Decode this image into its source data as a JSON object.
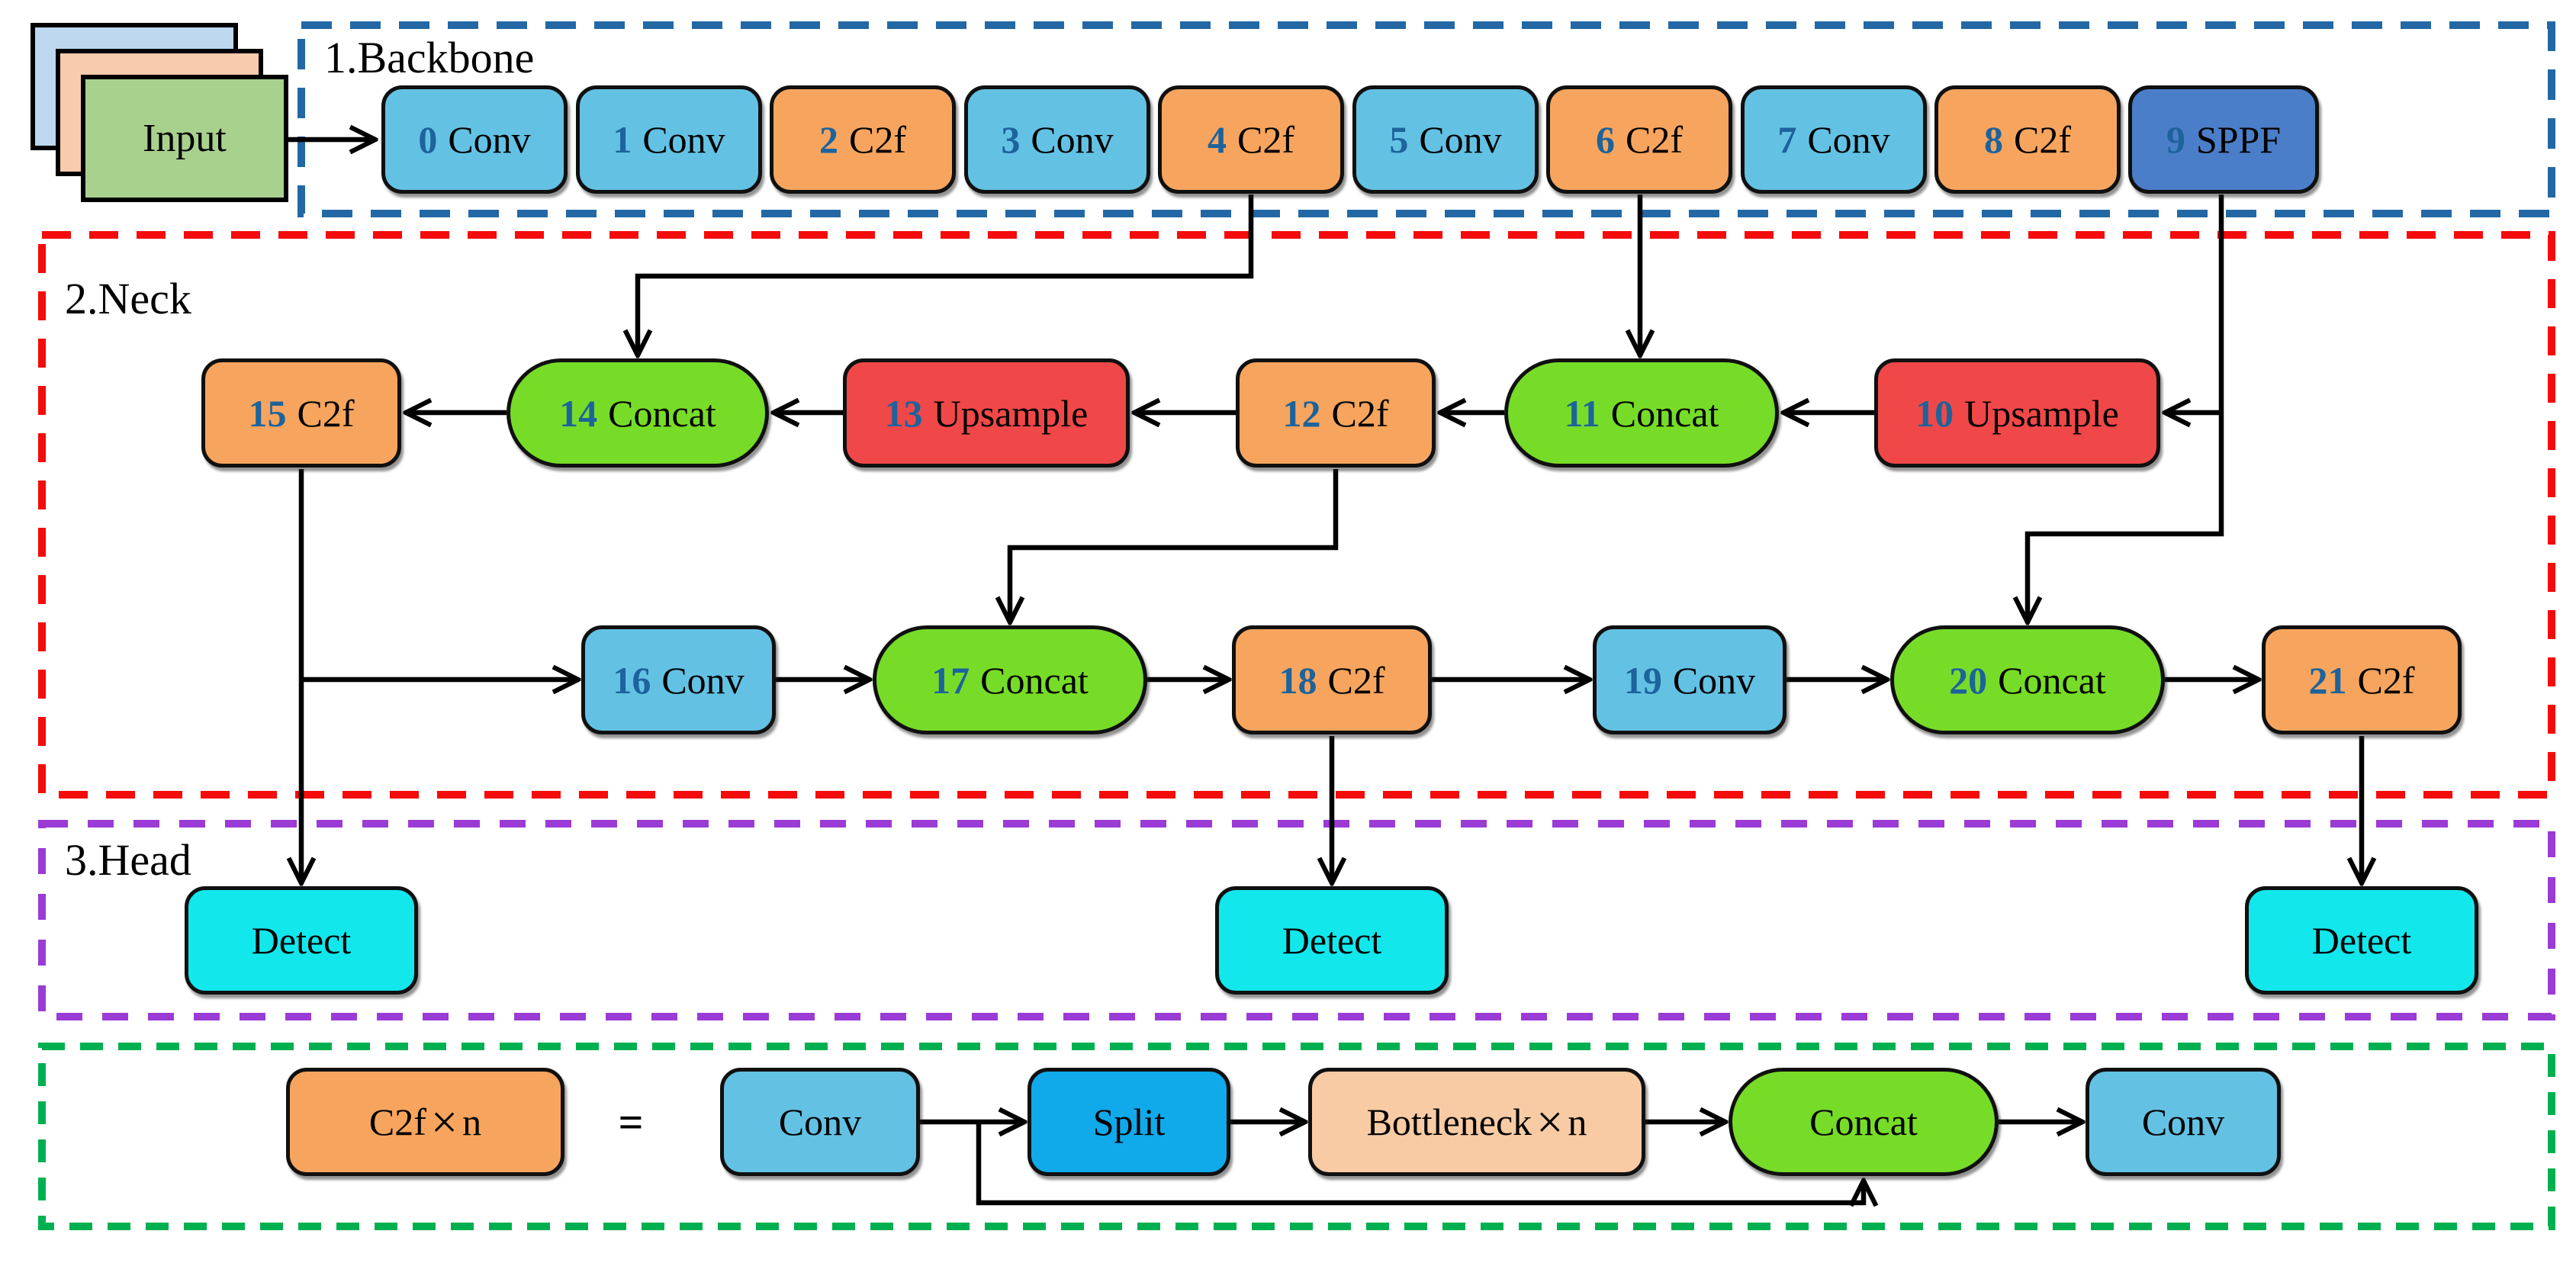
{
  "sections": {
    "backbone": {
      "title": "1.Backbone"
    },
    "neck": {
      "title": "2.Neck"
    },
    "head": {
      "title": "3.Head"
    }
  },
  "input": {
    "label": "Input"
  },
  "nodes": {
    "b0": {
      "num": "0",
      "label": "Conv"
    },
    "b1": {
      "num": "1",
      "label": "Conv"
    },
    "b2": {
      "num": "2",
      "label": "C2f"
    },
    "b3": {
      "num": "3",
      "label": "Conv"
    },
    "b4": {
      "num": "4",
      "label": "C2f"
    },
    "b5": {
      "num": "5",
      "label": "Conv"
    },
    "b6": {
      "num": "6",
      "label": "C2f"
    },
    "b7": {
      "num": "7",
      "label": "Conv"
    },
    "b8": {
      "num": "8",
      "label": "C2f"
    },
    "b9": {
      "num": "9",
      "label": "SPPF"
    },
    "n10": {
      "num": "10",
      "label": "Upsample"
    },
    "n11": {
      "num": "11",
      "label": "Concat"
    },
    "n12": {
      "num": "12",
      "label": "C2f"
    },
    "n13": {
      "num": "13",
      "label": "Upsample"
    },
    "n14": {
      "num": "14",
      "label": "Concat"
    },
    "n15": {
      "num": "15",
      "label": "C2f"
    },
    "n16": {
      "num": "16",
      "label": "Conv"
    },
    "n17": {
      "num": "17",
      "label": "Concat"
    },
    "n18": {
      "num": "18",
      "label": "C2f"
    },
    "n19": {
      "num": "19",
      "label": "Conv"
    },
    "n20": {
      "num": "20",
      "label": "Concat"
    },
    "n21": {
      "num": "21",
      "label": "C2f"
    },
    "d1": {
      "label": "Detect"
    },
    "d2": {
      "label": "Detect"
    },
    "d3": {
      "label": "Detect"
    }
  },
  "legend": {
    "c2f": {
      "prefix": "C2f",
      "times": "×",
      "suffix": "n"
    },
    "equals": "=",
    "conv1": {
      "label": "Conv"
    },
    "split": {
      "label": "Split"
    },
    "bottleneck": {
      "prefix": "Bottleneck",
      "times": "×",
      "suffix": "n"
    },
    "concat": {
      "label": "Concat"
    },
    "conv2": {
      "label": "Conv"
    }
  },
  "colors": {
    "conv_blue": "#63C2E4",
    "c2f_orange": "#F7A55E",
    "sppf_blue": "#4B7EC8",
    "concat_green": "#77DC28",
    "upsample_red": "#F04848",
    "detect_cyan": "#12E7EC",
    "split_azure": "#10A9EA",
    "bottleneck_peach": "#F8CBA4",
    "number_blue": "#1D639C",
    "input_front_green": "#A9D18E",
    "input_mid_peach": "#F8CBAD",
    "input_back_blue": "#BDD7EE",
    "backbone_border": "#2368A5",
    "neck_border": "#F40B0B",
    "head_border": "#9B3BD6",
    "legend_border": "#00B050"
  }
}
